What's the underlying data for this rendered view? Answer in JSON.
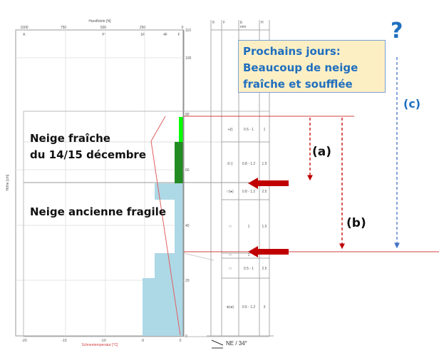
{
  "chart": {
    "top_axis_title": "Handhärte [N]",
    "top_ticks": [
      "1000",
      "750",
      "500",
      "250",
      "0"
    ],
    "hardness_ticks": [
      "K",
      "P",
      "1F",
      "4F",
      "F"
    ],
    "height_axis_title": "Höhe [cm]",
    "height_ticks": [
      "110",
      "100",
      "80",
      "60",
      "40",
      "20",
      "0"
    ],
    "bottom_ticks": [
      "-20",
      "-15",
      "-10",
      "-5",
      "0"
    ],
    "bottom_axis_title": "Schneetemperatur [°C]",
    "colors": {
      "new_snow": "#00ff00",
      "dark_layer": "#228b22",
      "old_snow": "#add8e6",
      "temperature": "#e06060"
    }
  },
  "table": {
    "headers": [
      "θ",
      "F",
      "E",
      "H"
    ],
    "size_unit": "mm",
    "rows": [
      {
        "grain": "+(⁄)",
        "size": "0.5 - 1",
        "hardness": "1"
      },
      {
        "grain": "⁄(□)",
        "size": "0.8 - 1.2",
        "hardness": "1.5"
      },
      {
        "grain": "□(●)",
        "size": "0.8 - 1.2",
        "hardness": "2.5"
      },
      {
        "grain": "□",
        "size": "1",
        "hardness": "1.5"
      },
      {
        "grain": "□",
        "size": "1",
        "hardness": ""
      },
      {
        "grain": "□",
        "size": "0.5 - 1",
        "hardness": "2.5"
      },
      {
        "grain": "⊕(●)",
        "size": "0.5 - 1.2",
        "hardness": "3"
      }
    ],
    "slope": "NE / 34°"
  },
  "annotations": {
    "forecast_line1": "Prochains jours:",
    "forecast_line2": "Beaucoup de neige",
    "forecast_line3": "fraîche et soufflée",
    "new_snow_line1": "Neige fraîche",
    "new_snow_line2": "du 14/15 décembre",
    "old_snow": "Neige ancienne fragile",
    "a": "(a)",
    "b": "(b)",
    "c": "(c)",
    "question": "?"
  }
}
